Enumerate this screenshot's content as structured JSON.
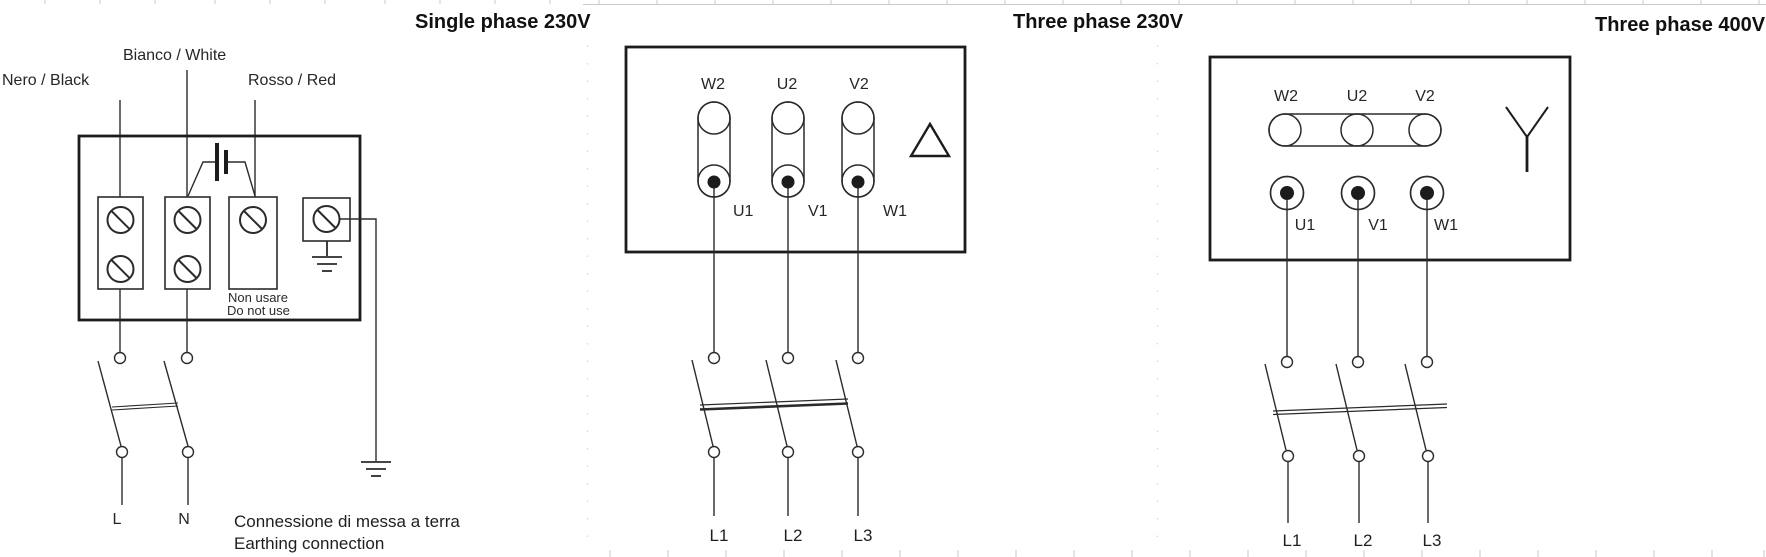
{
  "page": {
    "background": "#ffffff",
    "line_color": "#2b2b2b",
    "box_color": "#1c1c1c",
    "text_color": "#1f1f1f",
    "grid_color": "#c9c9c9"
  },
  "single_phase": {
    "title": "Single phase 230V",
    "wire_labels": {
      "black": "Nero / Black",
      "white": "Bianco / White",
      "red": "Rosso / Red"
    },
    "unused_note_line1": "Non usare",
    "unused_note_line2": "Do not use",
    "supply_terminals": {
      "line": "L",
      "neutral": "N"
    },
    "earthing_note_line1": "Connessione di messa a terra",
    "earthing_note_line2": "Earthing connection"
  },
  "three_phase_230": {
    "title": "Three phase 230V",
    "connection_symbol": "delta",
    "top_terminals": [
      "W2",
      "U2",
      "V2"
    ],
    "bottom_terminals": [
      "U1",
      "V1",
      "W1"
    ],
    "supply_lines": [
      "L1",
      "L2",
      "L3"
    ]
  },
  "three_phase_400": {
    "title": "Three phase 400V",
    "connection_symbol": "star",
    "top_terminals": [
      "W2",
      "U2",
      "V2"
    ],
    "bottom_terminals": [
      "U1",
      "V1",
      "W1"
    ],
    "supply_lines": [
      "L1",
      "L2",
      "L3"
    ]
  }
}
